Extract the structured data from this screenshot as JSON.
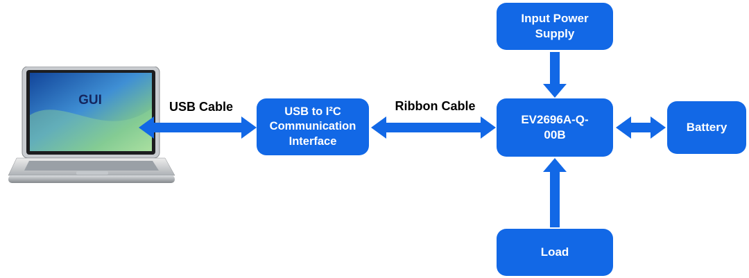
{
  "diagram": {
    "accent_color": "#1268e6",
    "gui_label": "GUI",
    "cables": {
      "usb": "USB Cable",
      "ribbon": "Ribbon Cable"
    },
    "boxes": {
      "usb_interface": {
        "lines": [
          "USB to I²C",
          "Communication",
          "Interface"
        ]
      },
      "ev_board": {
        "lines": [
          "EV2696A-Q-",
          "00B"
        ]
      },
      "input_power": {
        "lines": [
          "Input Power",
          "Supply"
        ]
      },
      "battery": {
        "lines": [
          "Battery"
        ]
      },
      "load": {
        "lines": [
          "Load"
        ]
      }
    }
  }
}
